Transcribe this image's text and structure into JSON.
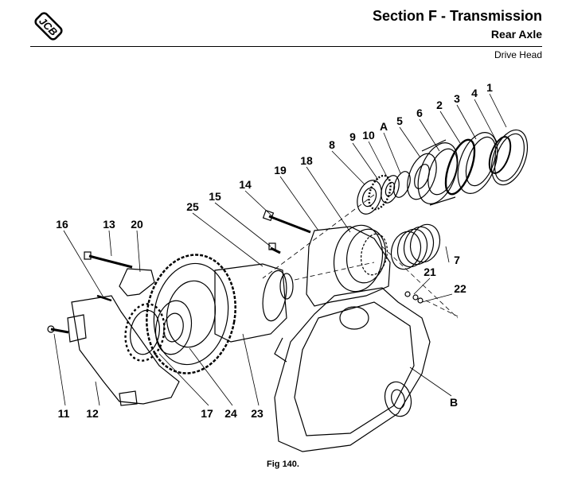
{
  "header": {
    "logo_text": "JCB",
    "section_title": "Section F - Transmission",
    "subtitle": "Rear Axle",
    "page_topic": "Drive Head"
  },
  "figure": {
    "caption": "Fig 140.",
    "callouts": [
      "1",
      "2",
      "3",
      "4",
      "5",
      "6",
      "7",
      "8",
      "9",
      "10",
      "A",
      "11",
      "12",
      "13",
      "14",
      "15",
      "16",
      "17",
      "18",
      "19",
      "20",
      "21",
      "22",
      "23",
      "24",
      "25",
      "B"
    ]
  }
}
